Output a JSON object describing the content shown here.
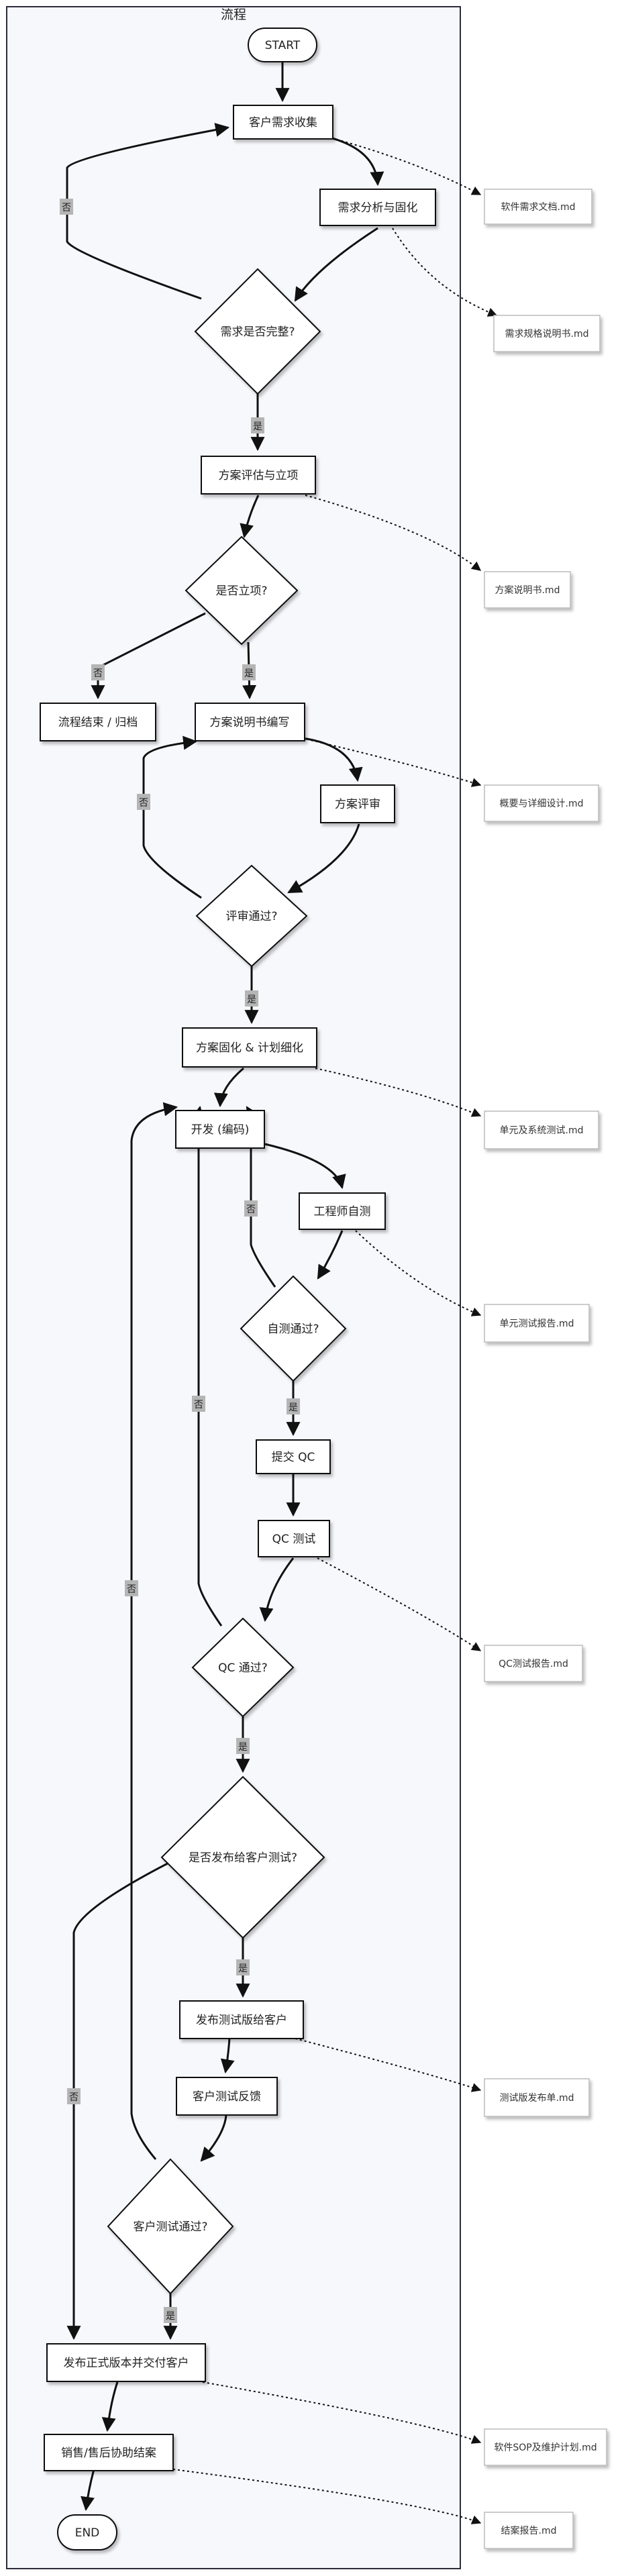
{
  "title": "流程",
  "nodes": {
    "start": "START",
    "collect": "客户需求收集",
    "analyze": "需求分析与固化",
    "complete_q": "需求是否完整?",
    "evaluate": "方案评估与立项",
    "approve_q": "是否立项?",
    "archive": "流程结束 / 归档",
    "write_plan": "方案说明书编写",
    "review": "方案评审",
    "review_q": "评审通过?",
    "finalize": "方案固化 & 计划细化",
    "develop": "开发 (编码)",
    "selftest": "工程师自测",
    "selftest_q": "自测通过?",
    "submit_qc": "提交 QC",
    "qc_test": "QC 测试",
    "qc_q": "QC 通过?",
    "release_q": "是否发布给客户测试?",
    "release_test": "发布测试版给客户",
    "feedback": "客户测试反馈",
    "customer_q": "客户测试通过?",
    "deliver": "发布正式版本并交付客户",
    "close": "销售/售后协助结案",
    "end": "END"
  },
  "docs": {
    "d1": "软件需求文档.md",
    "d2": "需求规格说明书.md",
    "d3": "方案说明书.md",
    "d4": "概要与详细设计.md",
    "d5": "单元及系统测试.md",
    "d6": "单元测试报告.md",
    "d7": "QC测试报告.md",
    "d8": "测试版发布单.md",
    "d9": "软件SOP及维护计划.md",
    "d10": "结案报告.md"
  },
  "labels": {
    "yes": "是",
    "no": "否"
  }
}
